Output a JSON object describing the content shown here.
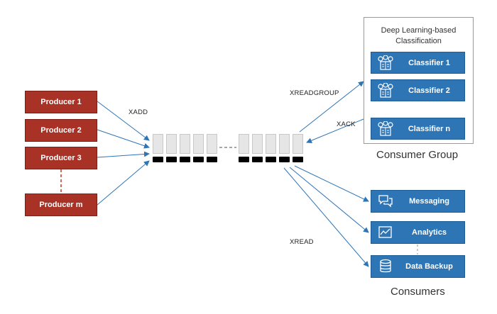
{
  "producers": [
    "Producer 1",
    "Producer 2",
    "Producer 3",
    "Producer m"
  ],
  "commands": {
    "xadd": "XADD",
    "xreadgroup": "XREADGROUP",
    "xack": "XACK",
    "xread": "XREAD"
  },
  "consumer_group": {
    "panel_title": "Deep Learning-based Classification",
    "classifiers": [
      "Classifier 1",
      "Classifier 2",
      "Classifier n"
    ],
    "label": "Consumer Group"
  },
  "consumers": {
    "items": [
      {
        "label": "Messaging",
        "icon": "chat-icon"
      },
      {
        "label": "Analytics",
        "icon": "chart-icon"
      },
      {
        "label": "Data Backup",
        "icon": "database-icon"
      }
    ],
    "label": "Consumers"
  },
  "colors": {
    "producer": "#a93226",
    "consumer": "#2e75b6",
    "arrow": "#2e75b6",
    "dash_red": "#c0392b"
  }
}
